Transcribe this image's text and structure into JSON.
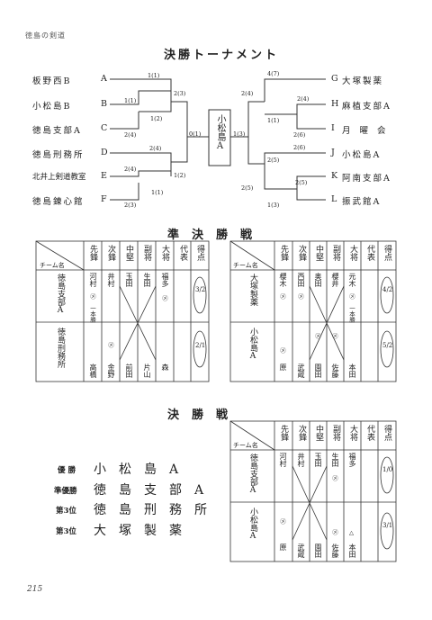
{
  "header": "徳島の剣道",
  "page_number": "215",
  "final_tournament_title": "決勝トーナメント",
  "semifinal_title": "準決勝戦",
  "final_title": "決勝戦",
  "champion": "小松島A",
  "bracket": {
    "left": [
      {
        "name": "板野西B",
        "letter": "A"
      },
      {
        "name": "小松島B",
        "letter": "B"
      },
      {
        "name": "徳島支部A",
        "letter": "C"
      },
      {
        "name": "徳島刑務所",
        "letter": "D"
      },
      {
        "name": "北井上剣道教室",
        "letter": "E"
      },
      {
        "name": "徳島錬心館",
        "letter": "F"
      }
    ],
    "right": [
      {
        "name": "大塚製薬",
        "letter": "G"
      },
      {
        "name": "麻植支部A",
        "letter": "H"
      },
      {
        "name": "月曜会",
        "letter": "I"
      },
      {
        "name": "小松島A",
        "letter": "J"
      },
      {
        "name": "阿南支部A",
        "letter": "K"
      },
      {
        "name": "振武館A",
        "letter": "L"
      }
    ],
    "scores": [
      "1(1)",
      "1(1)",
      "2(4)",
      "1(2)",
      "2(3)",
      "2(4)",
      "2(4)",
      "1(2)",
      "1(1)",
      "2(3)",
      "0(1)",
      "1(3)",
      "4(7)",
      "2(4)",
      "2(4)",
      "1(1)",
      "2(6)",
      "2(6)",
      "2(5)",
      "2(5)",
      "2(5)",
      "1(3)"
    ]
  },
  "positions": [
    "先鋒",
    "次鋒",
    "中堅",
    "副将",
    "大将",
    "代表",
    "得点"
  ],
  "team_col_label": "チーム名",
  "semi1": {
    "team1": {
      "name": "徳島支部A",
      "players": [
        "河村",
        "井村",
        "玉田",
        "生田",
        "福多"
      ],
      "marks": [
        "",
        "㋱　一本勝",
        "",
        "",
        "㋱"
      ],
      "score": "3/2"
    },
    "team2": {
      "name": "徳島刑務所",
      "players": [
        "高橋",
        "金野",
        "前田",
        "片山",
        "森"
      ],
      "marks": [
        "",
        "㋱",
        "",
        "",
        ""
      ],
      "score": "2/1"
    }
  },
  "semi2": {
    "team1": {
      "name": "大塚製薬",
      "players": [
        "櫻木",
        "西田",
        "奥田",
        "櫻井",
        "元木"
      ],
      "marks": [
        "㋱",
        "㋱",
        "",
        "",
        "㋱　一本勝"
      ],
      "score": "4/2"
    },
    "team2": {
      "name": "小松島A",
      "players": [
        "原",
        "武蔵",
        "園田",
        "佐藤",
        "本田"
      ],
      "marks": [
        "㋱",
        "㋱",
        "㋱",
        "",
        ""
      ],
      "score": "5/2"
    }
  },
  "final": {
    "team1": {
      "name": "徳島支部A",
      "players": [
        "河村",
        "井村",
        "玉田",
        "生田",
        "福多"
      ],
      "marks": [
        "",
        "",
        "",
        "㋱",
        ""
      ],
      "score": "1/0"
    },
    "team2": {
      "name": "小松島A",
      "players": [
        "原",
        "武蔵",
        "園田",
        "佐藤",
        "本田"
      ],
      "marks": [
        "㋱",
        "",
        "",
        "㋱",
        "△"
      ],
      "score": "3/1"
    }
  },
  "placings": [
    {
      "rank": "優 勝",
      "team": "小松島A"
    },
    {
      "rank": "準優勝",
      "team": "徳島支部A"
    },
    {
      "rank": "第3位",
      "team": "徳島刑務所"
    },
    {
      "rank": "第3位",
      "team": "大塚製薬"
    }
  ]
}
